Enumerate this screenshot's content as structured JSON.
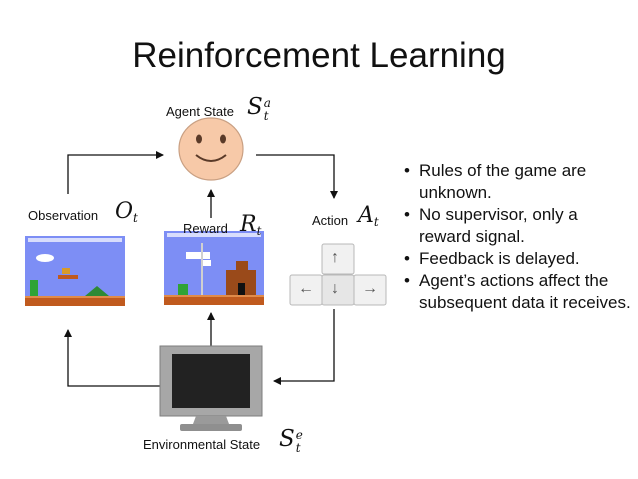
{
  "title": "Reinforcement Learning",
  "agent_state": {
    "label": "Agent State",
    "symbol": "S",
    "sup": "a",
    "sub": "t"
  },
  "observation": {
    "label": "Observation",
    "symbol": "O",
    "sub": "t"
  },
  "reward": {
    "label": "Reward",
    "symbol": "R",
    "sub": "t"
  },
  "action": {
    "label": "Action",
    "symbol": "A",
    "sub": "t"
  },
  "environmental_state": {
    "label": "Environmental State",
    "symbol": "S",
    "sup": "e",
    "sub": "t"
  },
  "arrow_keys": {
    "up": "↑",
    "left": "←",
    "down": "↓",
    "right": "→"
  },
  "bullets": [
    "Rules of the game are unknown.",
    "No supervisor, only a reward signal.",
    "Feedback is delayed.",
    "Agent’s actions affect the subsequent data it receives."
  ],
  "colors": {
    "face": "#f7c9a8",
    "sky": "#7d8ef5",
    "ground": "#c05a1e",
    "pipe": "#2fa336",
    "monitor": "#9a9a9a",
    "screen": "#222222"
  }
}
